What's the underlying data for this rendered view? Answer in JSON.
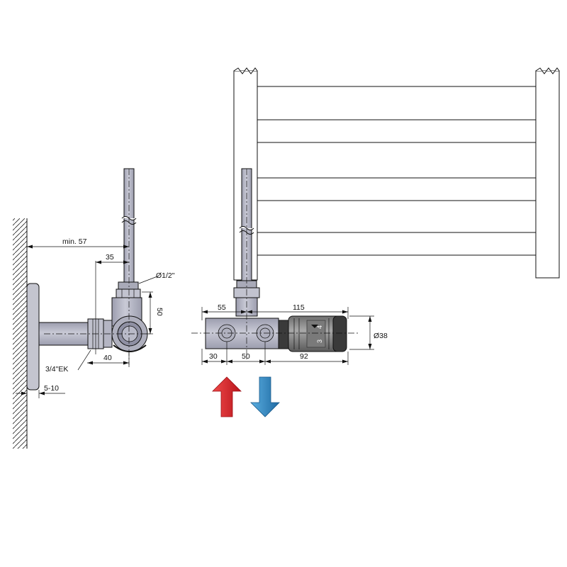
{
  "labels": {
    "min_57": "min. 57",
    "d35": "35",
    "d_half": "Ø1/2\"",
    "d50_vert": "50",
    "d40": "40",
    "ek": "3/4\"EK",
    "d5_10": "5-10",
    "d55": "55",
    "d115": "115",
    "d38": "Ø38",
    "d30": "30",
    "d50_bottom": "50",
    "d92": "92"
  },
  "knob_numbers": [
    "3",
    "4"
  ],
  "colors": {
    "pipe_fill": "#b9bac8",
    "pipe_shade": "#9c9dae",
    "wall_fill": "#c4c5cf",
    "knob_fill": "#8c8c8c",
    "knob_dark": "#3a3a3a",
    "hot_arrow": "#e0222a",
    "cold_arrow": "#3a8fc9"
  },
  "arrows": [
    "hot-supply-up",
    "cold-return-down"
  ]
}
